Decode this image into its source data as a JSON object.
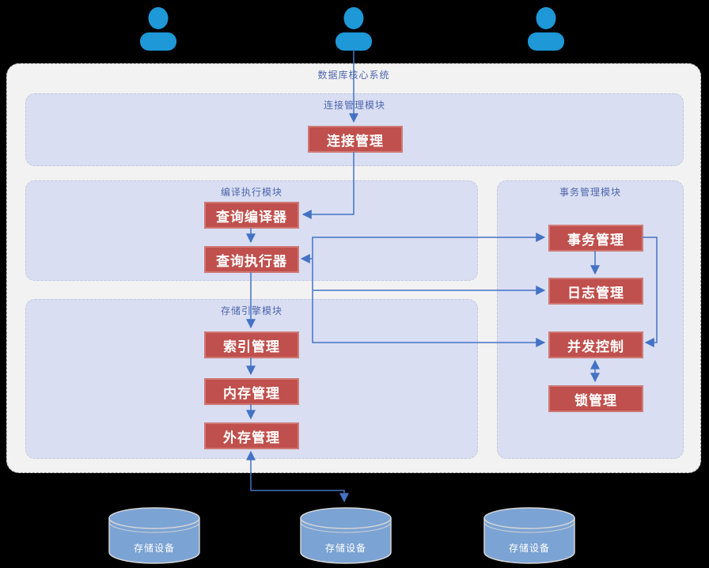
{
  "colors": {
    "background": "#000000",
    "system_fill": "#f2f2f2",
    "system_border": "#a8a8a8",
    "module_fill": "#d9def2",
    "module_border": "#c2c7da",
    "node_fill": "#c0504d",
    "node_border": "#cf7a76",
    "node_text": "#ffffff",
    "title_text": "#5067ad",
    "connector": "#4472c4",
    "user_icon": "#1e98d7",
    "cylinder_fill": "#7ba3d4",
    "cylinder_border": "#d6d6d6"
  },
  "system": {
    "title": "数据库核心系统"
  },
  "icons": {
    "user": "person-silhouette",
    "storage": "database-cylinder"
  },
  "modules": [
    {
      "title": "连接管理模块",
      "nodes": [
        {
          "label": "连接管理"
        }
      ]
    },
    {
      "title": "编译执行模块",
      "nodes": [
        {
          "label": "查询编译器"
        },
        {
          "label": "查询执行器"
        }
      ]
    },
    {
      "title": "存储引擎模块",
      "nodes": [
        {
          "label": "索引管理"
        },
        {
          "label": "内存管理"
        },
        {
          "label": "外存管理"
        }
      ]
    },
    {
      "title": "事务管理模块",
      "nodes": [
        {
          "label": "事务管理"
        },
        {
          "label": "日志管理"
        },
        {
          "label": "并发控制"
        },
        {
          "label": "锁管理"
        }
      ]
    }
  ],
  "storage_devices": [
    {
      "label": "存储设备"
    },
    {
      "label": "存储设备"
    },
    {
      "label": "存储设备"
    }
  ],
  "connections": [
    {
      "from": "用户",
      "to": "连接管理",
      "style": "arrow"
    },
    {
      "from": "连接管理",
      "to": "查询编译器",
      "style": "arrow"
    },
    {
      "from": "查询编译器",
      "to": "查询执行器",
      "style": "arrow"
    },
    {
      "from": "查询执行器",
      "to": "事务管理",
      "style": "double-arrow"
    },
    {
      "from": "查询执行器",
      "to": "日志管理",
      "style": "arrow"
    },
    {
      "from": "查询执行器",
      "to": "并发控制",
      "style": "arrow"
    },
    {
      "from": "查询执行器",
      "to": "索引管理",
      "style": "arrow"
    },
    {
      "from": "索引管理",
      "to": "内存管理",
      "style": "arrow"
    },
    {
      "from": "内存管理",
      "to": "外存管理",
      "style": "arrow"
    },
    {
      "from": "事务管理",
      "to": "日志管理",
      "style": "arrow"
    },
    {
      "from": "事务管理",
      "to": "并发控制",
      "style": "arrow"
    },
    {
      "from": "并发控制",
      "to": "锁管理",
      "style": "double-arrow"
    },
    {
      "from": "外存管理",
      "to": "存储设备",
      "style": "double-arrow"
    }
  ]
}
